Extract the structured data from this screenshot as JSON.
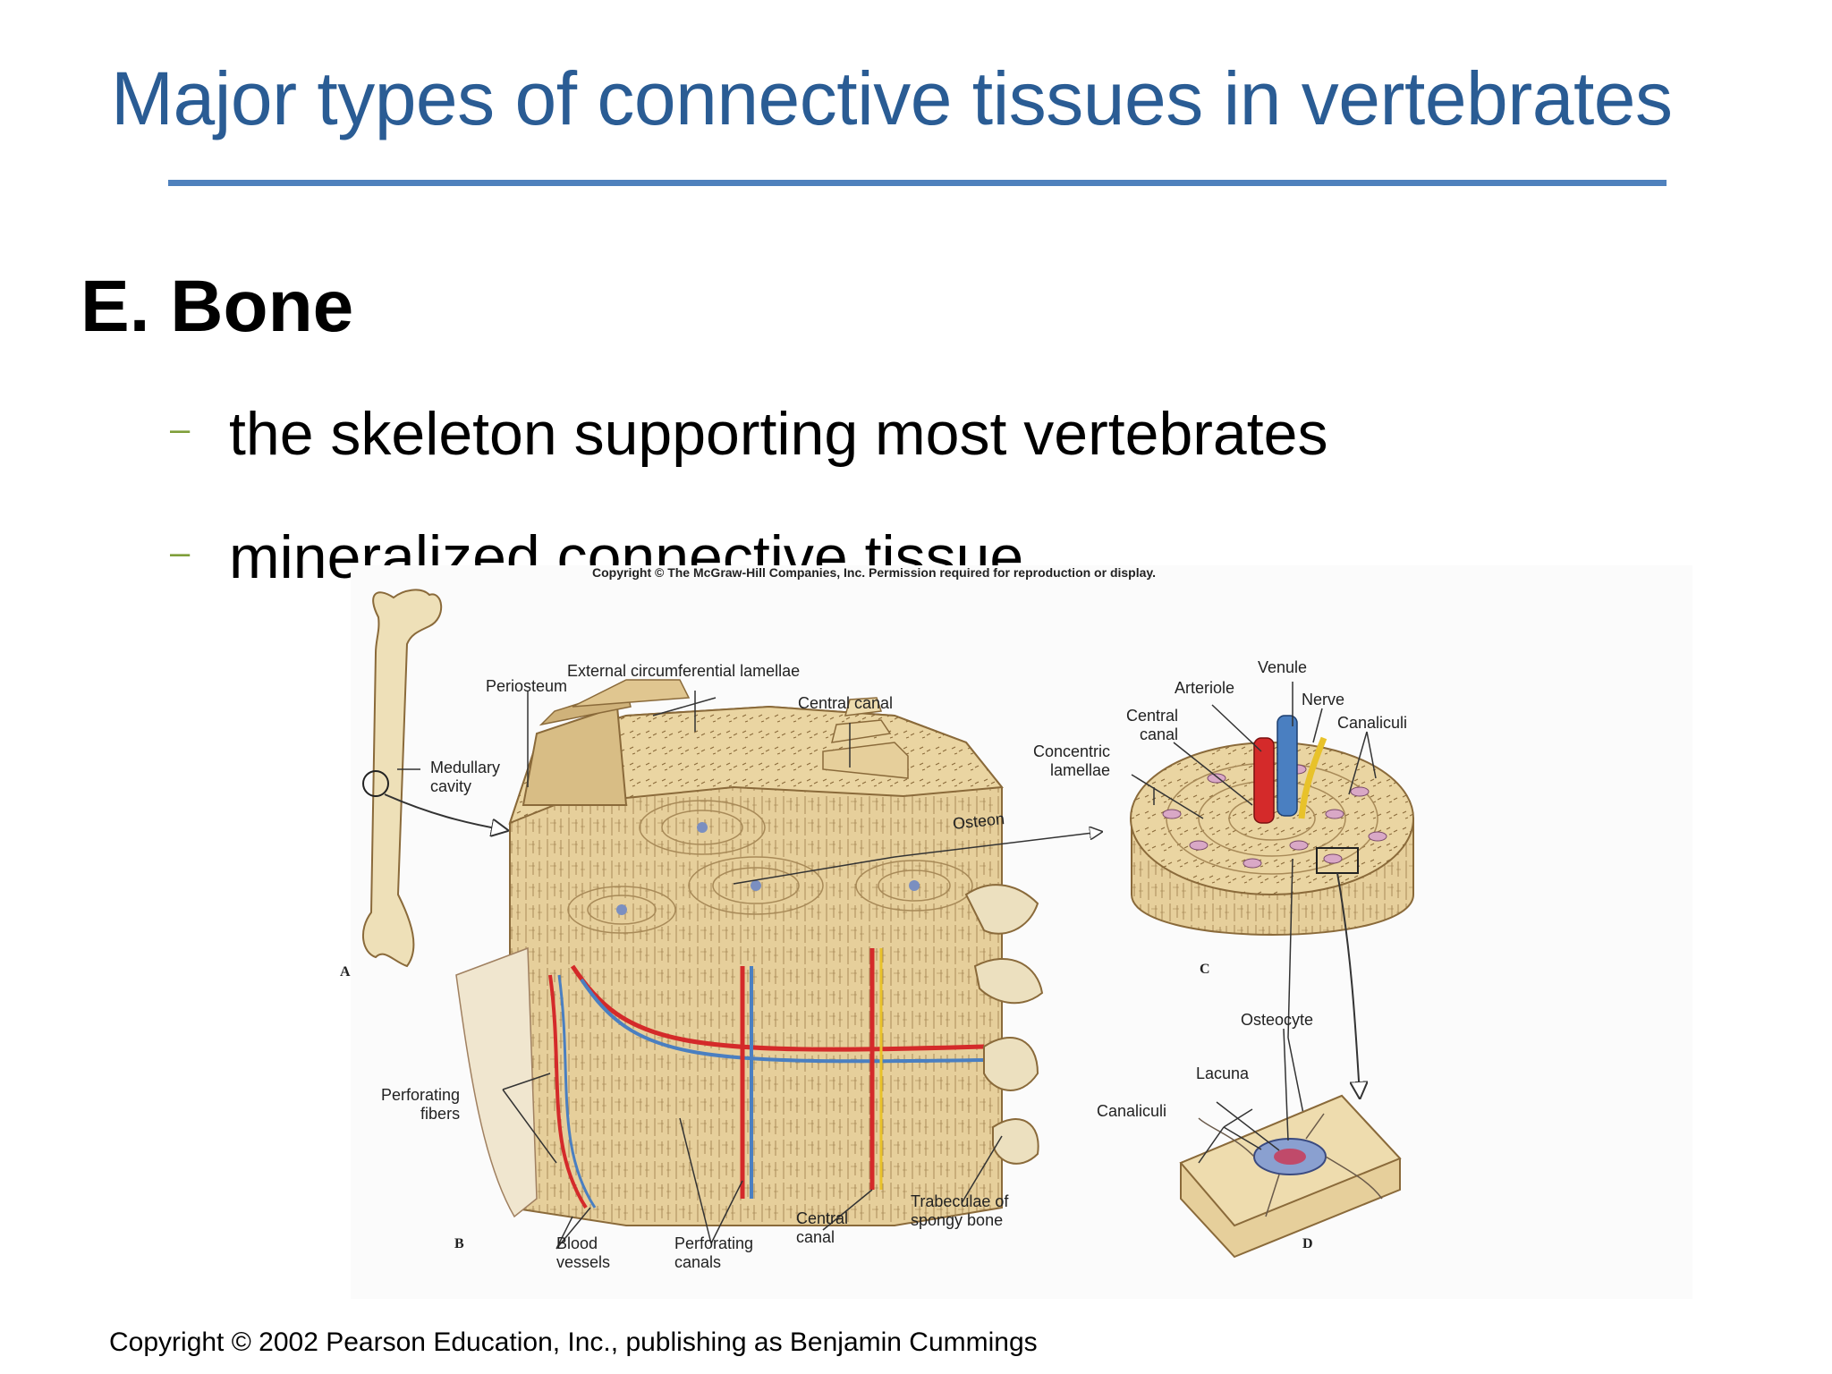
{
  "slide": {
    "title": "Major types of connective tissues in vertebrates",
    "heading": "E. Bone",
    "bullets": [
      "the skeleton supporting most vertebrates",
      "mineralized connective tissue"
    ],
    "footer": "Copyright © 2002 Pearson Education, Inc., publishing as Benjamin Cummings"
  },
  "figure": {
    "copyright": "Copyright © The McGraw-Hill Companies, Inc. Permission required for reproduction or display.",
    "panel_letters": [
      "A",
      "B",
      "C",
      "D"
    ],
    "labels": {
      "external_lamellae": "External circumferential lamellae",
      "periosteum": "Periosteum",
      "central_canal_top": "Central canal",
      "medullary": "Medullary\ncavity",
      "osteon": "Osteon",
      "perforating_fibers": "Perforating\nfibers",
      "blood_vessels": "Blood\nvessels",
      "perforating_canals": "Perforating\ncanals",
      "central_canal_bottom": "Central\ncanal",
      "trabeculae": "Trabeculae of\nspongy bone",
      "venule": "Venule",
      "arteriole": "Arteriole",
      "nerve": "Nerve",
      "central_canal_c": "Central\ncanal",
      "canaliculi_c": "Canaliculi",
      "concentric_lamellae": "Concentric\nlamellae",
      "osteocyte": "Osteocyte",
      "lacuna": "Lacuna",
      "canaliculi_d": "Canaliculi"
    },
    "colors": {
      "bone": "#e9d3a0",
      "bone_shadow": "#c9a96a",
      "artery": "#d42a2a",
      "vein": "#4a7fc1",
      "nerve": "#e8c22a"
    }
  }
}
